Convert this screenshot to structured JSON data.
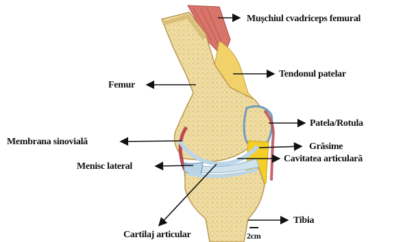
{
  "labels": {
    "muschi": "Mușchiul cvadriceps femural",
    "tendon": "Tendonul patelar",
    "femur": "Femur",
    "patela": "Patela/Rotula",
    "grasime": "Grăsime",
    "cavitate": "Cavitatea articulară",
    "membrana": "Membrana sinovială",
    "menisc": "Menisc lateral",
    "tibia": "Tibia",
    "cartilaj": "Cartilaj articular"
  },
  "scale_bar": {
    "label": "2cm"
  },
  "colors": {
    "bone": "#efdca0",
    "bone_spongy": "#d8bf7c",
    "muscle": "#d9746a",
    "tendon": "#f1d26a",
    "fat": "#f4cf28",
    "cartilage": "#bcd6e8",
    "synovial": "#b74a55",
    "arrow": "#111111"
  }
}
